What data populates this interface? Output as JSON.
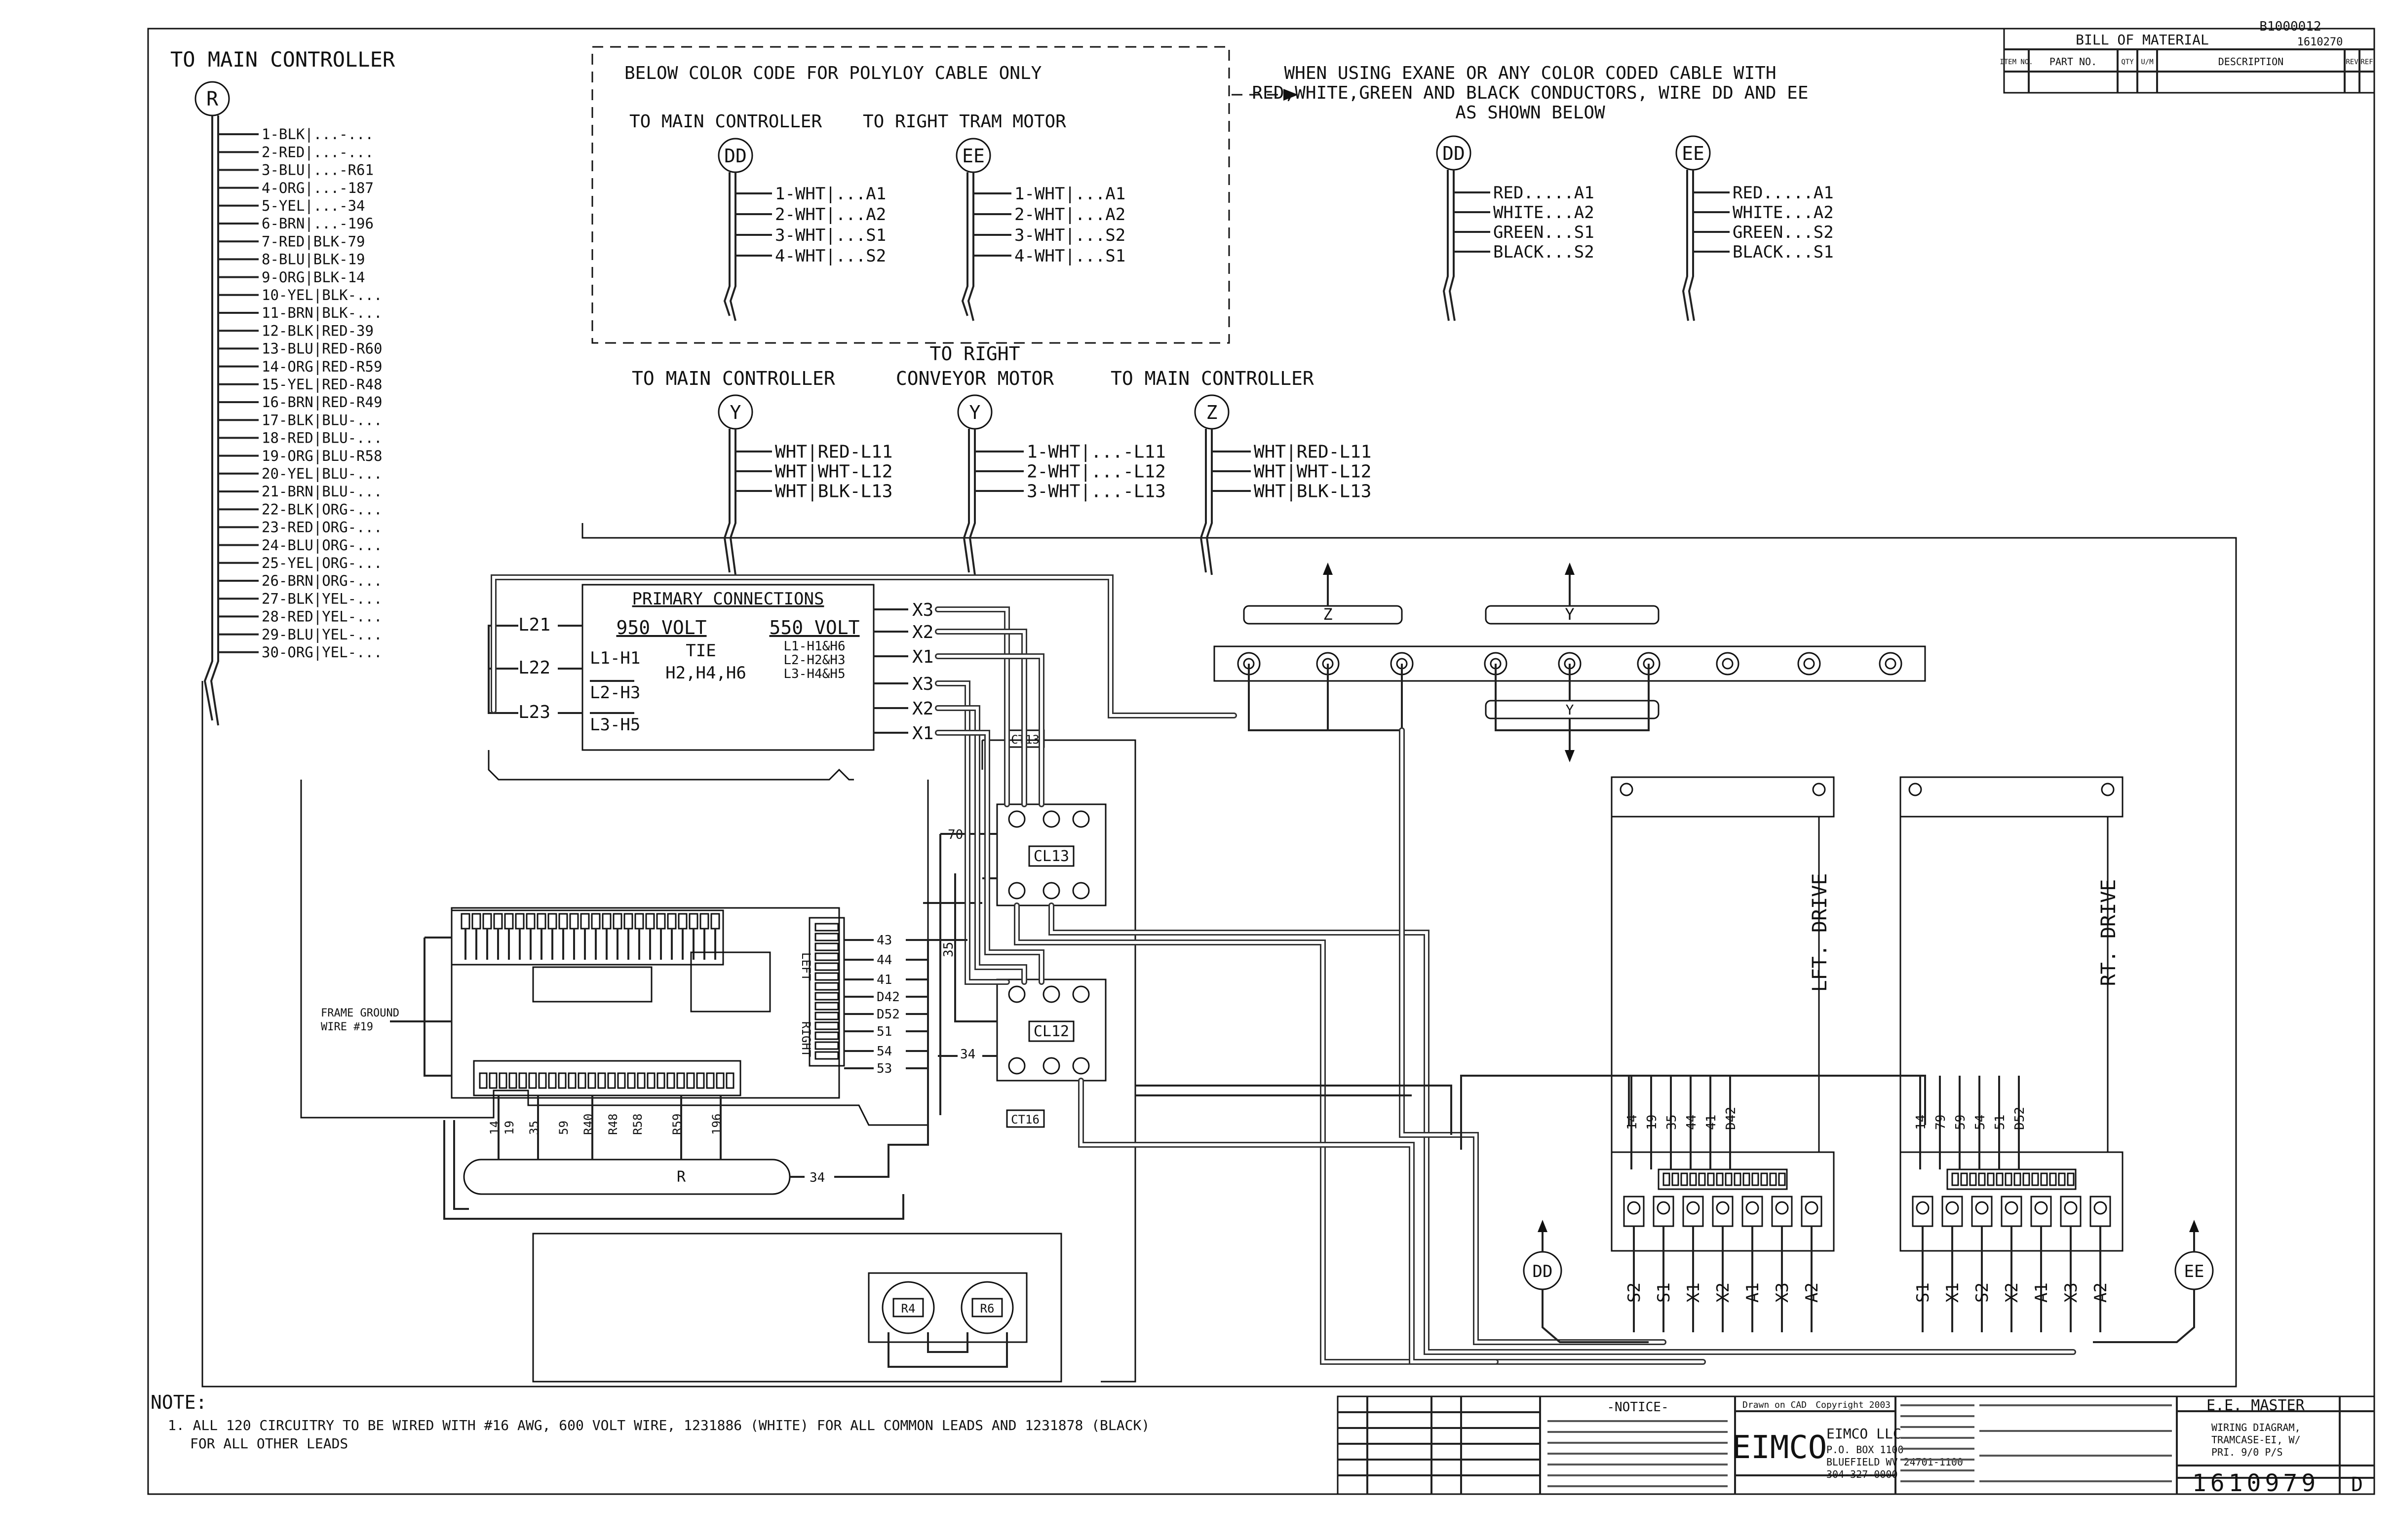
{
  "title_block": {
    "drawing_number": "1610979",
    "revision": "D",
    "company": "EIMCO",
    "company_name": "EIMCO LLC",
    "address_1": "P.O. BOX 1100",
    "address_2": "BLUEFIELD WV 24701-1100",
    "phone": "304-327-0000",
    "notice_title": "-NOTICE-",
    "title_lines": [
      "WIRING DIAGRAM,",
      "TRAMCASE-EI, W/",
      "PRI. 9/0 P/S"
    ],
    "master": "E.E. MASTER",
    "drawn_on": "Drawn on CAD",
    "copyright": "Copyright 2003",
    "top_ref": "B1000012",
    "top_ref_2": "1610270"
  },
  "bom": {
    "title": "BILL OF MATERIAL",
    "columns": [
      "ITEM NO.",
      "PART NO.",
      "QTY",
      "U/M",
      "DESCRIPTION",
      "REV",
      "REF"
    ]
  },
  "cable_r": {
    "heading": "TO MAIN CONTROLLER",
    "tag": "R",
    "wires": [
      "1-BLK|...-...",
      "2-RED|...-...",
      "3-BLU|...-R61",
      "4-ORG|...-187",
      "5-YEL|...-34",
      "6-BRN|...-196",
      "7-RED|BLK-79",
      "8-BLU|BLK-19",
      "9-ORG|BLK-14",
      "10-YEL|BLK-...",
      "11-BRN|BLK-...",
      "12-BLK|RED-39",
      "13-BLU|RED-R60",
      "14-ORG|RED-R59",
      "15-YEL|RED-R48",
      "16-BRN|RED-R49",
      "17-BLK|BLU-...",
      "18-RED|BLU-...",
      "19-ORG|BLU-R58",
      "20-YEL|BLU-...",
      "21-BRN|BLU-...",
      "22-BLK|ORG-...",
      "23-RED|ORG-...",
      "24-BLU|ORG-...",
      "25-YEL|ORG-...",
      "26-BRN|ORG-...",
      "27-BLK|YEL-...",
      "28-RED|YEL-...",
      "29-BLU|YEL-...",
      "30-ORG|YEL-..."
    ]
  },
  "polyloy_box": {
    "heading": "BELOW COLOR CODE FOR POLYLOY CABLE ONLY",
    "left_label": "TO MAIN CONTROLLER",
    "right_label": "TO RIGHT TRAM MOTOR",
    "dd_tag": "DD",
    "ee_tag": "EE",
    "dd_wires": [
      "1-WHT|...A1",
      "2-WHT|...A2",
      "3-WHT|...S1",
      "4-WHT|...S2"
    ],
    "ee_wires": [
      "1-WHT|...A1",
      "2-WHT|...A2",
      "3-WHT|...S2",
      "4-WHT|...S1"
    ]
  },
  "exane_note": {
    "lines": [
      "WHEN USING EXANE OR ANY COLOR CODED CABLE WITH",
      "RED,WHITE,GREEN AND BLACK CONDUCTORS, WIRE DD AND EE",
      "AS SHOWN BELOW"
    ],
    "dd_tag": "DD",
    "ee_tag": "EE",
    "dd_wires": [
      "RED.....A1",
      "WHITE...A2",
      "GREEN...S1",
      "BLACK...S2"
    ],
    "ee_wires": [
      "RED.....A1",
      "WHITE...A2",
      "GREEN...S2",
      "BLACK...S1"
    ]
  },
  "cable_y_main": {
    "label": "TO MAIN CONTROLLER",
    "tag": "Y",
    "wires": [
      "WHT|RED-L11",
      "WHT|WHT-L12",
      "WHT|BLK-L13"
    ]
  },
  "cable_y_conv": {
    "label_1": "TO RIGHT",
    "label_2": "CONVEYOR MOTOR",
    "tag": "Y",
    "wires": [
      "1-WHT|...-L11",
      "2-WHT|...-L12",
      "3-WHT|...-L13"
    ]
  },
  "cable_z_main": {
    "label": "TO MAIN CONTROLLER",
    "tag": "Z",
    "wires": [
      "WHT|RED-L11",
      "WHT|WHT-L12",
      "WHT|BLK-L13"
    ]
  },
  "transformer": {
    "title": "PRIMARY CONNECTIONS",
    "col_950": "950 VOLT",
    "col_550": "550 VOLT",
    "tie": "TIE",
    "tie_terms": "H2,H4,H6",
    "rows_950": [
      "L1-H1",
      "L2-H3",
      "L3-H5"
    ],
    "rows_550": [
      "L1-H1&H6",
      "L2-H2&H3",
      "L3-H4&H5"
    ],
    "inputs": [
      "L21",
      "L22",
      "L23"
    ],
    "outputs": [
      "X3",
      "X2",
      "X1",
      "X3",
      "X2",
      "X1"
    ]
  },
  "contactors": {
    "upper": "CL13",
    "lower": "CL12",
    "fuse_upper": "CT13",
    "fuse_lower": "CT16",
    "label_70": "70",
    "label_35": "35",
    "label_34": "34"
  },
  "terminal_board": {
    "frame_ground": [
      "FRAME GROUND",
      "WIRE #19"
    ],
    "right_labels": [
      "43",
      "44",
      "41",
      "D42",
      "D52",
      "51",
      "54",
      "53"
    ],
    "left_tag": "LEFT",
    "right_tag": "RIGHT",
    "bottom_labels": [
      "14",
      "19",
      "35",
      "59",
      "R40",
      "R48",
      "R58",
      "R59",
      "196"
    ],
    "r_bar": "R",
    "r_bar_34": "34"
  },
  "terminal_strip": {
    "z_tag": "Z",
    "y_tag": "Y",
    "y_tag_2": "Y"
  },
  "drives": {
    "left": {
      "label": "LFT. DRIVE",
      "top_wires": [
        "14",
        "19",
        "35",
        "44",
        "41",
        "D42"
      ],
      "bottom_terms": [
        "S2",
        "S1",
        "X1",
        "X2",
        "A1",
        "X3",
        "A2"
      ],
      "tag": "DD"
    },
    "right": {
      "label": "RT. DRIVE",
      "top_wires": [
        "14",
        "79",
        "59",
        "54",
        "51",
        "D52"
      ],
      "bottom_terms": [
        "S1",
        "X1",
        "S2",
        "X2",
        "A1",
        "X3",
        "A2"
      ],
      "tag": "EE"
    }
  },
  "lamps": [
    "R4",
    "R6"
  ],
  "note": {
    "heading": "NOTE:",
    "lines": [
      "1. ALL 120 CIRCUITRY TO BE WIRED WITH #16 AWG, 600 VOLT WIRE, 1231886 (WHITE) FOR ALL COMMON LEADS AND 1231878 (BLACK)",
      "FOR ALL OTHER LEADS"
    ]
  }
}
